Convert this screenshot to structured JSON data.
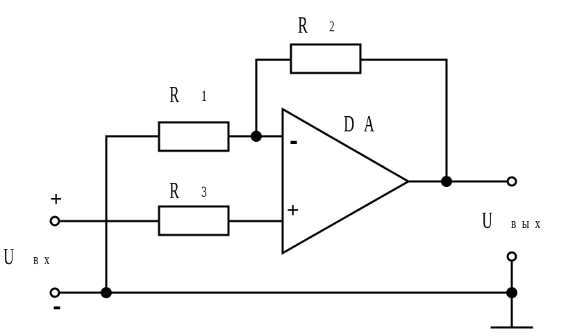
{
  "diagram": {
    "resistors": [
      {
        "designator": "R",
        "index": "1"
      },
      {
        "designator": "R",
        "index": "2"
      },
      {
        "designator": "R",
        "index": "3"
      }
    ],
    "opamp": {
      "designator": "DA",
      "inverting_sign": "-",
      "noninverting_sign": "+"
    },
    "input": {
      "symbol": "U",
      "subscript": "вх",
      "plus_sign": "+",
      "minus_sign": "-"
    },
    "output": {
      "symbol": "U",
      "subscript": "вых"
    }
  }
}
